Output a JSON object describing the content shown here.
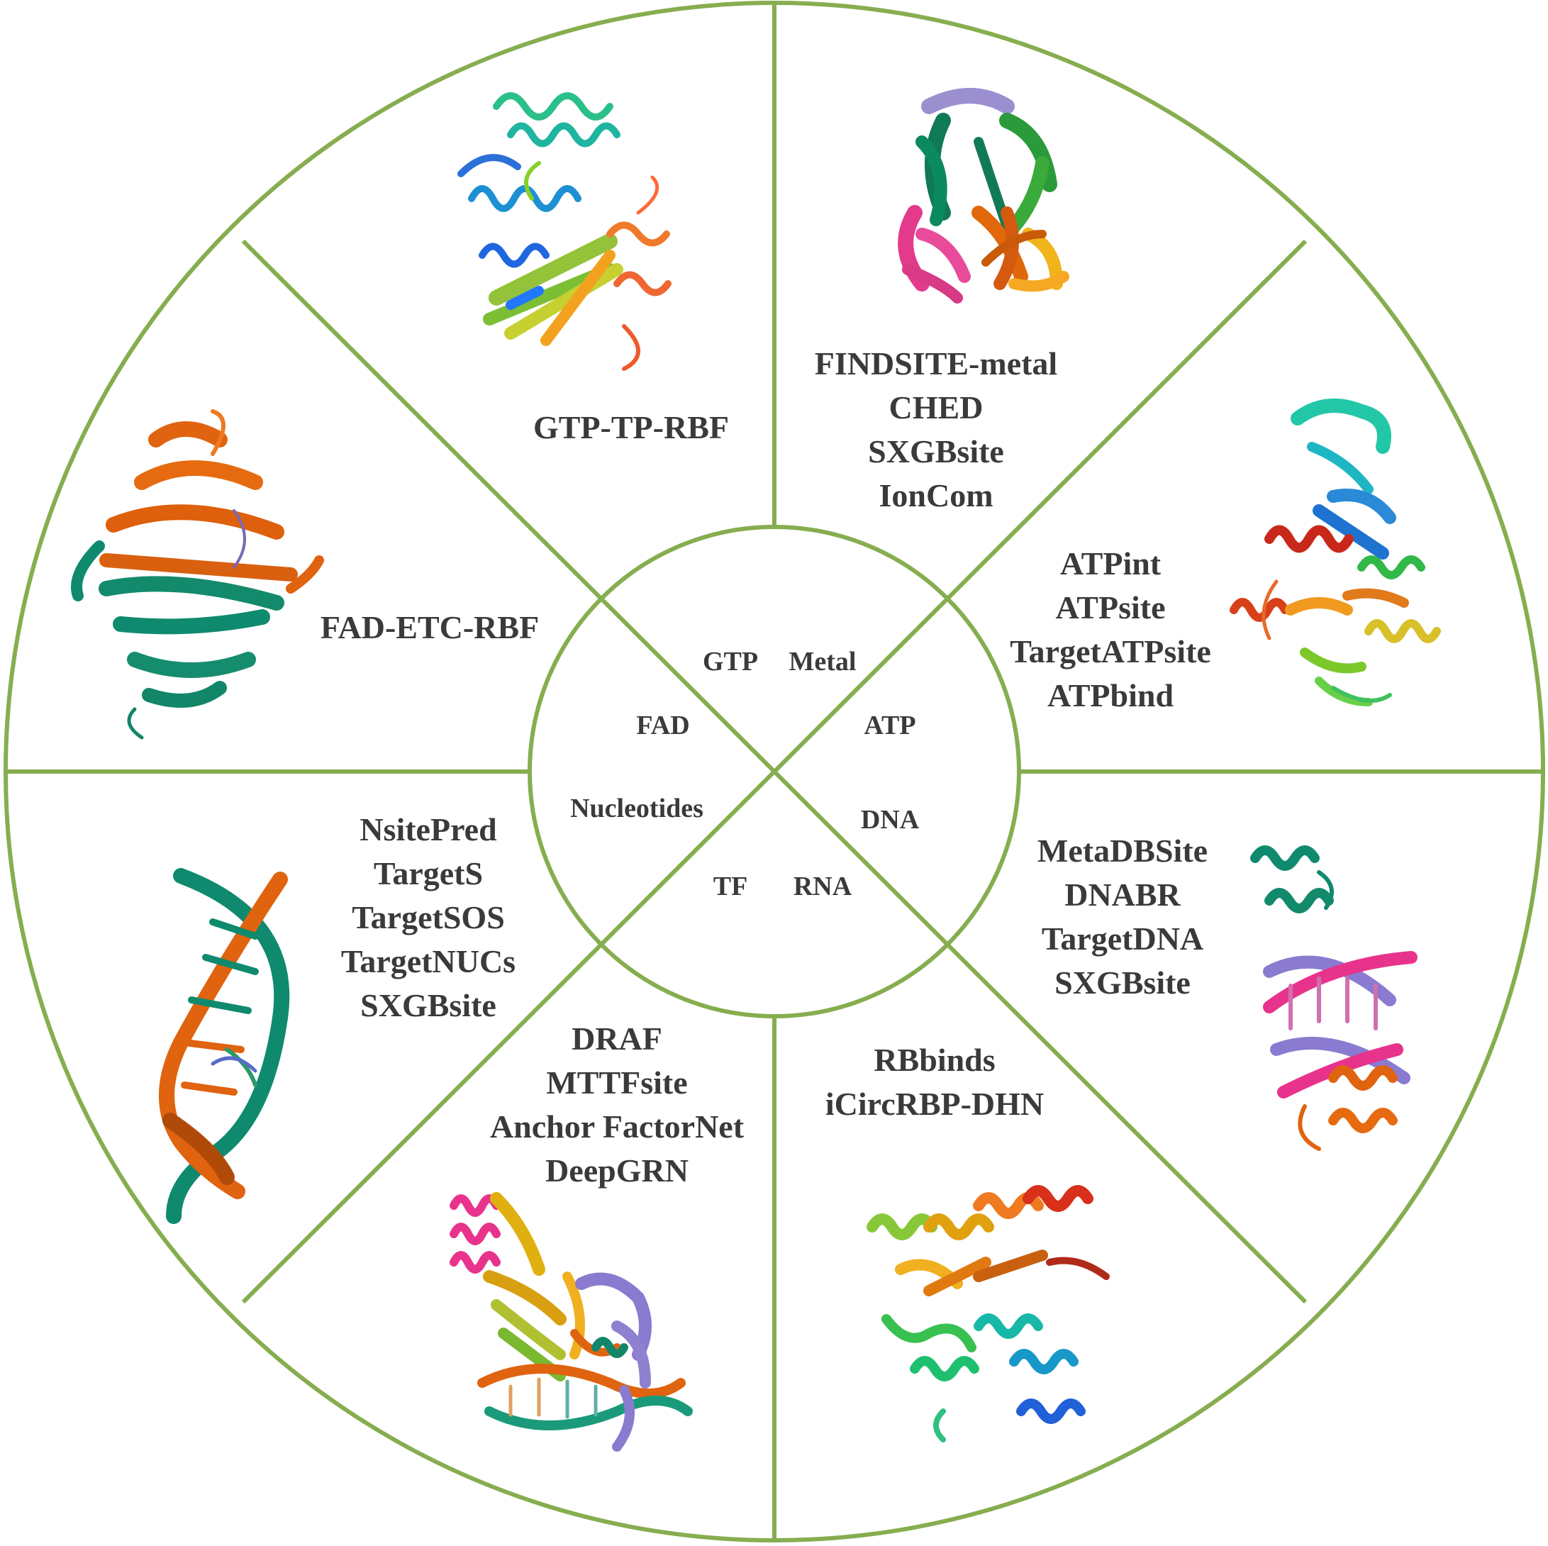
{
  "colors": {
    "ring": "#86ad4f",
    "text": "#3a3a3a",
    "background": "#ffffff"
  },
  "inner_labels": {
    "gtp": "GTP",
    "metal": "Metal",
    "fad": "FAD",
    "atp": "ATP",
    "nucleotides": "Nucleotides",
    "dna": "DNA",
    "tf": "TF",
    "rna": "RNA"
  },
  "segments": {
    "gtp": {
      "tools": [
        "GTP-TP-RBF"
      ],
      "structure_icon": "protein-alpha-beta-structure"
    },
    "metal": {
      "tools": [
        "FINDSITE-metal",
        "CHED",
        "SXGBsite",
        "IonCom"
      ],
      "structure_icon": "protein-beta-propeller-structure"
    },
    "fad": {
      "tools": [
        "FAD-ETC-RBF"
      ],
      "structure_icon": "protein-beta-barrel-structure"
    },
    "atp": {
      "tools": [
        "ATPint",
        "ATPsite",
        "TargetATPsite",
        "ATPbind"
      ],
      "structure_icon": "protein-kinase-structure"
    },
    "nucleotides": {
      "tools": [
        "NsitePred",
        "TargetS",
        "TargetSOS",
        "TargetNUCs",
        "SXGBsite"
      ],
      "structure_icon": "rna-hairpin-structure"
    },
    "dna": {
      "tools": [
        "MetaDBSite",
        "DNABR",
        "TargetDNA",
        "SXGBsite"
      ],
      "structure_icon": "protein-dna-complex-structure"
    },
    "tf": {
      "tools": [
        "DRAF",
        "MTTFsite",
        "Anchor FactorNet",
        "DeepGRN"
      ],
      "structure_icon": "transcription-factor-dna-structure"
    },
    "rna": {
      "tools": [
        "RBbinds",
        "iCircRBP-DHN"
      ],
      "structure_icon": "rna-binding-protein-structure"
    }
  }
}
